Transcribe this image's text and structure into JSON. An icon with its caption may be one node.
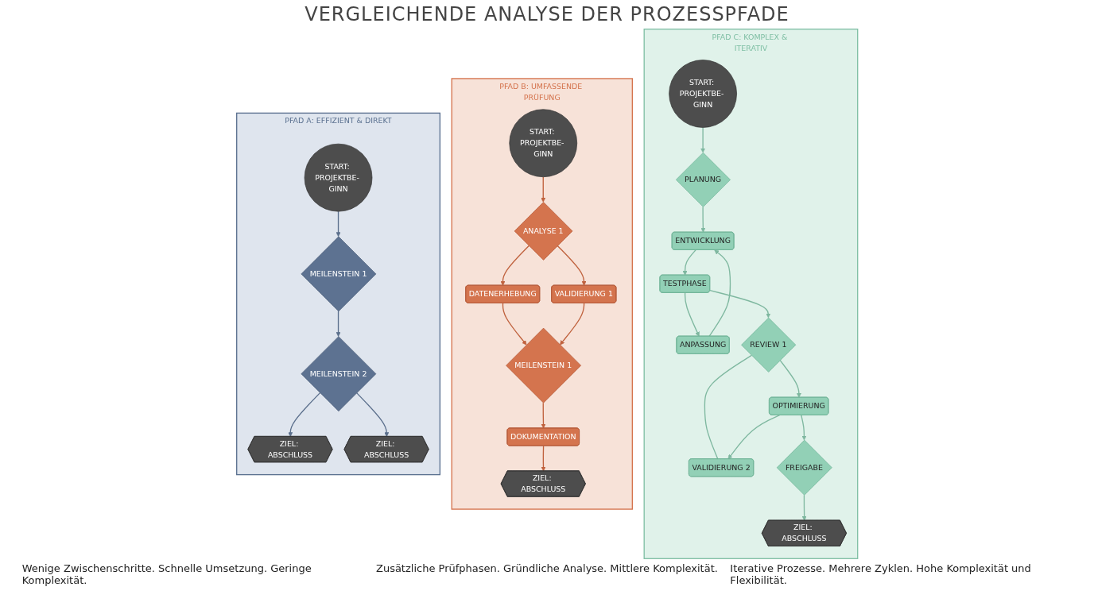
{
  "diagram": {
    "title": "VERGLEICHENDE ANALYSE DER PROZESSPFADE",
    "nodes": [
      {
        "text": [
          "PFAD A: EFFIZIENT & DIREKT"
        ]
      },
      {
        "text": [
          "START: PROJEKTBE- GINN"
        ],
        "in": 0
      },
      {
        "text": [
          "MEILENSTEIN 1"
        ],
        "in": 0
      },
      {
        "text": [
          "MEILENSTEIN 2"
        ],
        "in": 0
      },
      {
        "text": [
          "ZIEL: ABSCHLUSS"
        ],
        "in": 0
      },
      {
        "text": [
          "ZIEL: ABSCHLUSS"
        ],
        "in": 0
      },
      {
        "text": [
          "PFAD B: UMFASSENDE PRÜFUNG"
        ]
      },
      {
        "text": [
          "START: PROJEKTBE- GINN"
        ],
        "in": 6
      },
      {
        "text": [
          "ANALYSE 1"
        ],
        "in": 6
      },
      {
        "text": [
          "DATENERHEBUNG"
        ],
        "in": 6
      },
      {
        "text": [
          "VALIDIERUNG 1"
        ],
        "in": 6
      },
      {
        "text": [
          "MEILENSTEIN 1"
        ],
        "in": 6
      },
      {
        "text": [
          "DOKUMENTATION"
        ],
        "in": 6
      },
      {
        "text": [
          "ZIEL: ABSCHLUSS"
        ],
        "in": 6
      },
      {
        "text": [
          "PFAD C: KOMPLEX & ITERATIV"
        ]
      },
      {
        "text": [
          "START: PROJEKTBE- GINN"
        ],
        "in": 14
      },
      {
        "text": [
          "PLANUNG"
        ],
        "in": 14
      },
      {
        "text": [
          "ENTWICKLUNG"
        ],
        "in": 14
      },
      {
        "text": [
          "ANPASSUNG"
        ],
        "in": 14
      },
      {
        "text": [
          "TESTPHASE"
        ],
        "in": 14
      },
      {
        "text": [
          "REVIEW 1"
        ],
        "in": 14
      },
      {
        "text": [
          "VALIDIERUNG 2"
        ],
        "in": 14
      },
      {
        "text": [
          "OPTIMIERUNG"
        ],
        "in": 14
      },
      {
        "text": [
          "FREIGABE"
        ],
        "in": 14
      },
      {
        "text": [
          "ZIEL: ABSCHLUSS"
        ],
        "in": 14
      }
    ],
    "edges": [
      {
        "from": 1,
        "to": 2,
        "arrow": "to",
        "color": "#5b6f8c"
      },
      {
        "from": 2,
        "to": 3,
        "arrow": "to",
        "color": "#5b6f8c"
      },
      {
        "from": 3,
        "to": 4,
        "arrow": "to",
        "color": "#5b6f8c"
      },
      {
        "from": 3,
        "to": 5,
        "arrow": "to",
        "color": "#5b6f8c"
      },
      {
        "from": 7,
        "to": 8,
        "arrow": "to",
        "color": "#c0623e"
      },
      {
        "from": 8,
        "to": 9,
        "arrow": "to",
        "color": "#c0623e"
      },
      {
        "from": 8,
        "to": 10,
        "arrow": "to",
        "color": "#c0623e"
      },
      {
        "from": 9,
        "to": 11,
        "arrow": "to",
        "color": "#c0623e"
      },
      {
        "from": 10,
        "to": 11,
        "arrow": "to",
        "color": "#c0623e"
      },
      {
        "from": 11,
        "to": 12,
        "arrow": "to",
        "color": "#c0623e"
      },
      {
        "from": 12,
        "to": 13,
        "arrow": "to",
        "color": "#c0623e"
      },
      {
        "from": 15,
        "to": 16,
        "arrow": "to"
      },
      {
        "from": 16,
        "to": 17,
        "arrow": "to"
      },
      {
        "from": 17,
        "to": 19,
        "arrow": "to"
      },
      {
        "from": 18,
        "to": 17,
        "arrow": "to"
      },
      {
        "from": 19,
        "to": 18,
        "arrow": "to"
      },
      {
        "from": 19,
        "to": 20,
        "arrow": "to"
      },
      {
        "from": 20,
        "to": 21,
        "arrow": "none"
      },
      {
        "from": 20,
        "to": 22,
        "arrow": "to"
      },
      {
        "from": 22,
        "to": 21,
        "arrow": "to"
      },
      {
        "from": 22,
        "to": 23,
        "arrow": "to"
      },
      {
        "from": 23,
        "to": 24,
        "arrow": "to"
      }
    ],
    "labels": [
      "Wenige Zwischenschritte. Schnelle Umsetzung. Geringe Komplexität.",
      "Zusätzliche Prüfphasen. Gründliche Analyse. Mittlere Komplexität.",
      "Iterative Prozesse. Mehrere Zyklen. Hohe Komplexität und Flexibilität."
    ]
  }
}
